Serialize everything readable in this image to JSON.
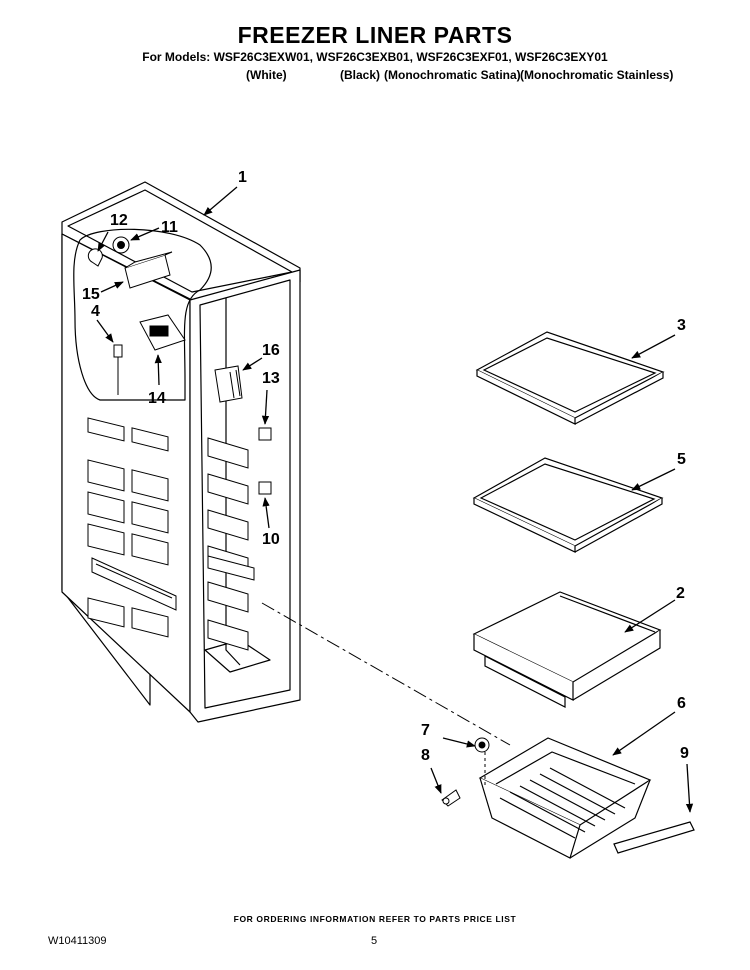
{
  "header": {
    "title": "FREEZER LINER PARTS",
    "models_line": "For Models: WSF26C3EXW01, WSF26C3EXB01, WSF26C3EXF01, WSF26C3EXY01",
    "variants": [
      "(White)",
      "(Black)",
      "(Monochromatic Satina)",
      "(Monochromatic Stainless)"
    ]
  },
  "callouts": [
    {
      "id": "c1",
      "label": "1"
    },
    {
      "id": "c2",
      "label": "2"
    },
    {
      "id": "c3",
      "label": "3"
    },
    {
      "id": "c4",
      "label": "4"
    },
    {
      "id": "c5",
      "label": "5"
    },
    {
      "id": "c6",
      "label": "6"
    },
    {
      "id": "c7",
      "label": "7"
    },
    {
      "id": "c8",
      "label": "8"
    },
    {
      "id": "c9",
      "label": "9"
    },
    {
      "id": "c10",
      "label": "10"
    },
    {
      "id": "c11",
      "label": "11"
    },
    {
      "id": "c12",
      "label": "12"
    },
    {
      "id": "c13",
      "label": "13"
    },
    {
      "id": "c14",
      "label": "14"
    },
    {
      "id": "c15",
      "label": "15"
    },
    {
      "id": "c16",
      "label": "16"
    }
  ],
  "footer": {
    "note": "FOR ORDERING INFORMATION REFER TO PARTS PRICE LIST",
    "doc_number": "W10411309",
    "page_number": "5"
  }
}
